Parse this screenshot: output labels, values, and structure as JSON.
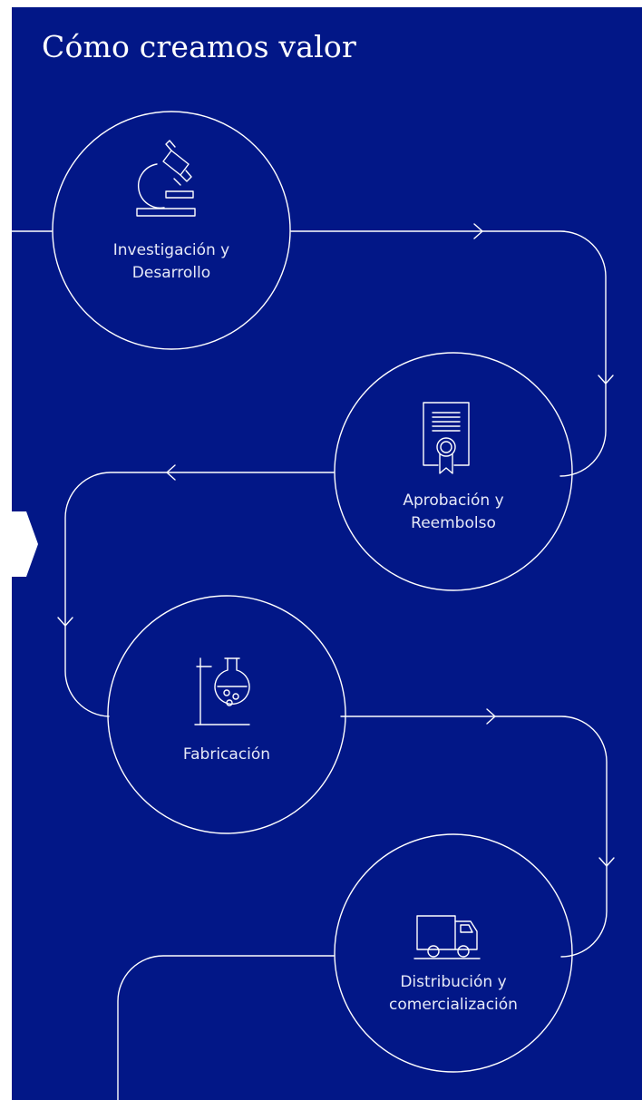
{
  "page": {
    "title": "Cómo creamos valor",
    "colors": {
      "background": "#021787",
      "line": "#ffffff",
      "text": "#e6e9f7"
    }
  },
  "steps": [
    {
      "icon": "microscope-icon",
      "label_lines": [
        "Investigación y",
        "Desarrollo"
      ]
    },
    {
      "icon": "certificate-icon",
      "label_lines": [
        "Aprobación y",
        "Reembolso"
      ]
    },
    {
      "icon": "lab-flask-icon",
      "label_lines": [
        "Fabricación"
      ]
    },
    {
      "icon": "delivery-truck-icon",
      "label_lines": [
        "Distribución y",
        "comercialización"
      ]
    }
  ]
}
